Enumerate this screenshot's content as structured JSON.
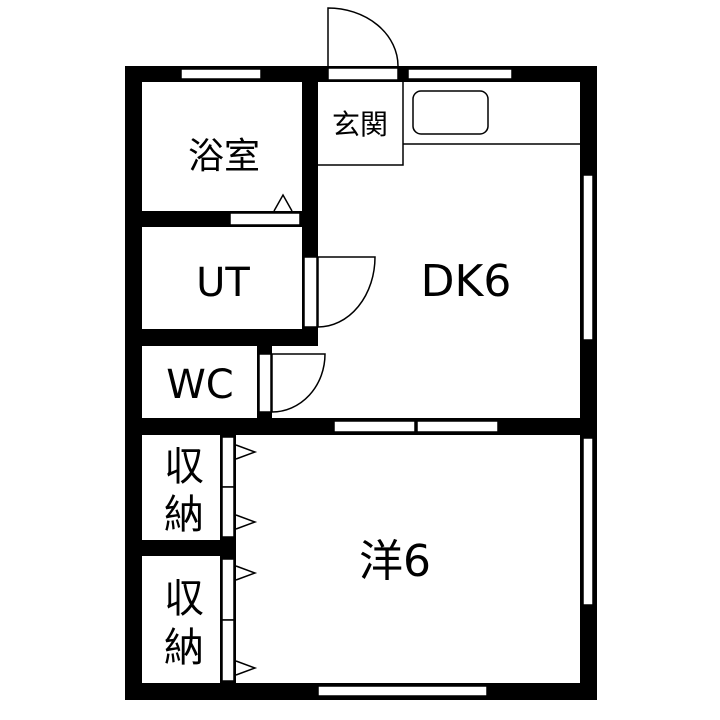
{
  "floor_plan": {
    "rooms": {
      "bath": "浴室",
      "entrance": "玄関",
      "dining_kitchen": "DK6",
      "utility": "UT",
      "toilet": "WC",
      "storage_upper": [
        "収",
        "納"
      ],
      "storage_lower": [
        "収",
        "納"
      ],
      "western_room": "洋6"
    },
    "colors": {
      "wall": "#000000",
      "background": "#ffffff"
    }
  }
}
